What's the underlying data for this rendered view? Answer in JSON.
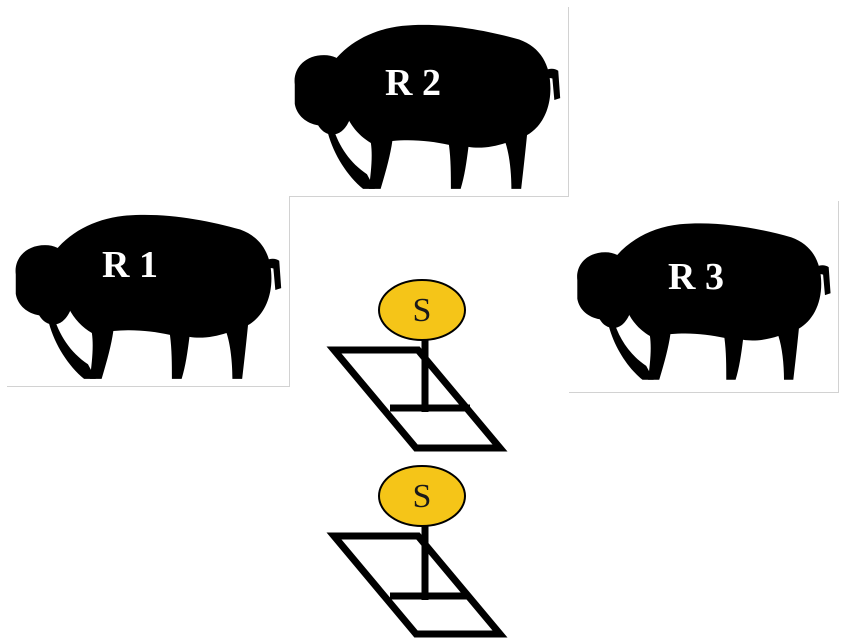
{
  "bison": [
    {
      "label": "R 2"
    },
    {
      "label": "R 1"
    },
    {
      "label": "R 3"
    }
  ],
  "stations": [
    {
      "label": "S"
    },
    {
      "label": "S"
    }
  ],
  "colors": {
    "silhouette": "#000000",
    "bison_label": "#ffffff",
    "station_fill": "#f5c518",
    "station_stroke": "#000000",
    "frame": "#000000"
  },
  "icons": [
    "bison-silhouette-icon",
    "station-marker-icon",
    "parallelogram-frame-icon"
  ]
}
